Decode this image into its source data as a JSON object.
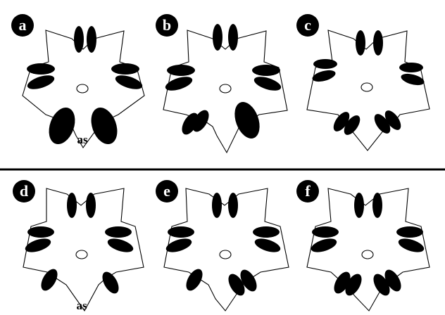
{
  "figure": {
    "panels": [
      {
        "label": "a",
        "annotation": "as"
      },
      {
        "label": "b",
        "annotation": ""
      },
      {
        "label": "c",
        "annotation": ""
      },
      {
        "label": "d",
        "annotation": "as"
      },
      {
        "label": "e",
        "annotation": ""
      },
      {
        "label": "f",
        "annotation": ""
      }
    ],
    "colors": {
      "ink": "#000000",
      "paper": "#ffffff"
    }
  }
}
